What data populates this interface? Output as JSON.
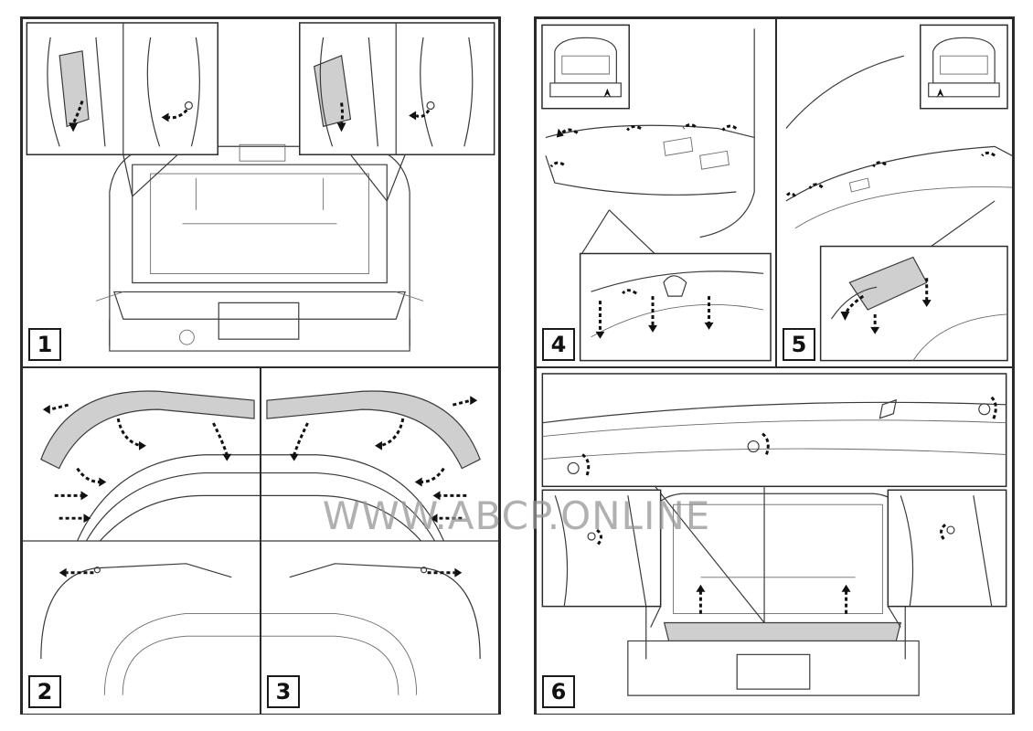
{
  "watermark": "WWW.ABCP.ONLINE",
  "steps": [
    {
      "number": "1"
    },
    {
      "number": "2"
    },
    {
      "number": "3"
    },
    {
      "number": "4"
    },
    {
      "number": "5"
    },
    {
      "number": "6"
    }
  ],
  "colors": {
    "line": "#3a3a3a",
    "fill_gray": "#cfcfcf",
    "arrow": "#111111"
  }
}
